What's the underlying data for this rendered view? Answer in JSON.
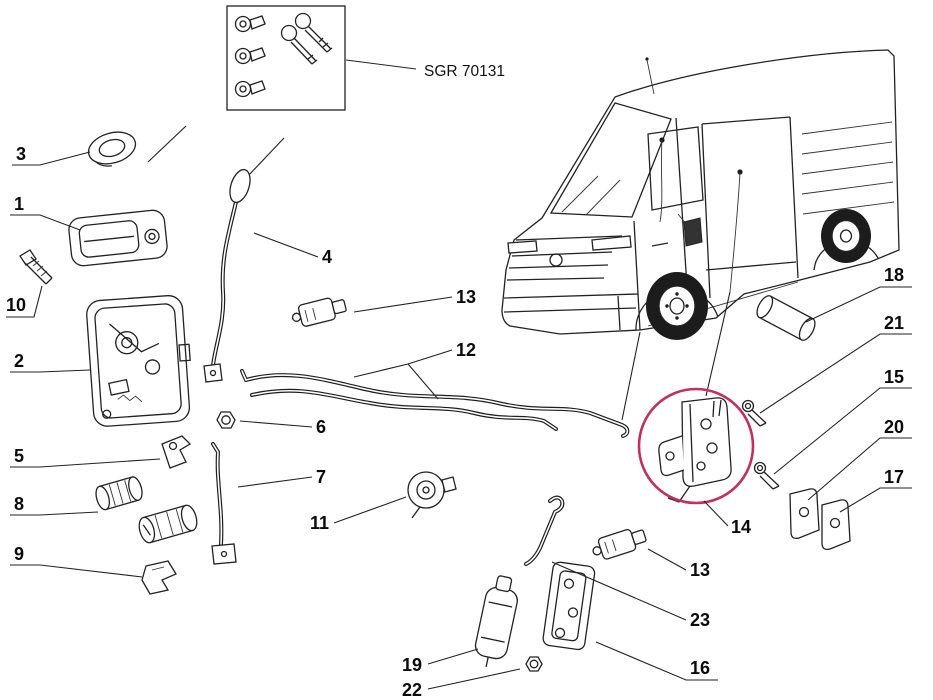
{
  "diagram": {
    "group_box_label": "SGR 70131",
    "highlight": {
      "color": "#c1305f",
      "around_callout": "14"
    },
    "callouts": {
      "c1": "1",
      "c2": "2",
      "c3": "3",
      "c4": "4",
      "c5": "5",
      "c6": "6",
      "c7": "7",
      "c8": "8",
      "c9": "9",
      "c10": "10",
      "c11": "11",
      "c12": "12",
      "c13a": "13",
      "c13b": "13",
      "c14": "14",
      "c15": "15",
      "c16": "16",
      "c17": "17",
      "c18": "18",
      "c19": "19",
      "c20": "20",
      "c21": "21",
      "c22": "22",
      "c23": "23"
    }
  }
}
